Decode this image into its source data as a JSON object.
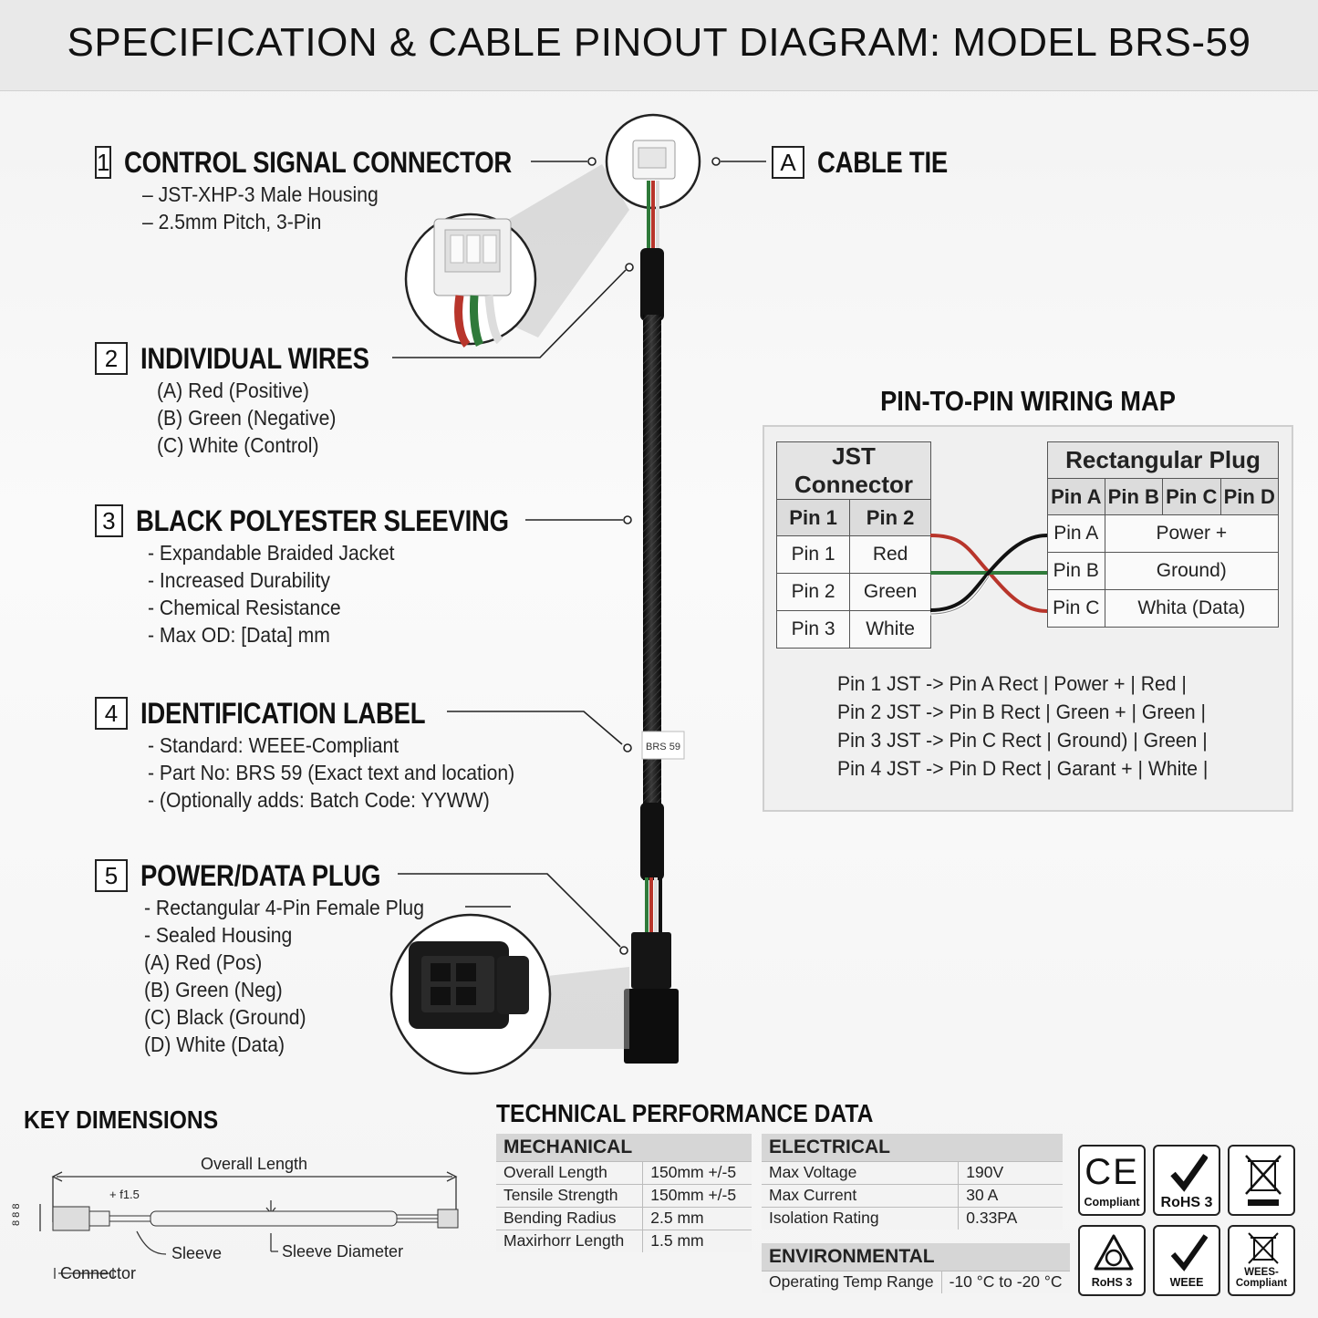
{
  "title": "SPECIFICATION & CABLE PINOUT DIAGRAM: MODEL BRS-59",
  "callouts": [
    {
      "num": "1",
      "title": "CONTROL SIGNAL CONNECTOR",
      "lines": [
        "– JST-XHP-3 Male Housing",
        "– 2.5mm Pitch, 3-Pin"
      ]
    },
    {
      "num": "2",
      "title": "INDIVIDUAL WIRES",
      "lines": [
        "(A) Red (Positive)",
        "(B) Green (Negative)",
        "(C) White (Control)"
      ]
    },
    {
      "num": "3",
      "title": "BLACK POLYESTER SLEEVING",
      "lines": [
        "-  Expandable Braided Jacket",
        "-  Increased Durability",
        "-  Chemical Resistance",
        "-  Max OD: [Data] mm"
      ]
    },
    {
      "num": "4",
      "title": "IDENTIFICATION LABEL",
      "lines": [
        "-  Standard: WEEE-Compliant",
        "-  Part No: BRS 59 (Exact text and location)",
        "-  (Optionally adds: Batch Code: YYWW)"
      ]
    },
    {
      "num": "5",
      "title": "POWER/DATA PLUG",
      "lines": [
        "-  Rectangular 4-Pin Female Plug",
        "-  Sealed Housing",
        "(A) Red (Pos)",
        "(B) Green (Neg)",
        "(C) Black (Ground)",
        "(D) White (Data)"
      ]
    }
  ],
  "cable_tie": {
    "letter": "A",
    "title": "CABLE TIE"
  },
  "cable_label_text": "BRS 59",
  "wiring_map": {
    "title": "PIN-TO-PIN WIRING MAP",
    "jst": {
      "header": "JST Connector",
      "cols": [
        "Pin 1",
        "Pin 2"
      ],
      "rows": [
        [
          "Pin 1",
          "Red"
        ],
        [
          "Pin 2",
          "Green"
        ],
        [
          "Pin 3",
          "White"
        ]
      ]
    },
    "rect": {
      "header": "Rectangular Plug",
      "cols": [
        "Pin A",
        "Pin B",
        "Pin C",
        "Pin D"
      ],
      "rows": [
        [
          "Pin A",
          "Power +"
        ],
        [
          "Pin B",
          "Ground)"
        ],
        [
          "Pin C",
          "Whita (Data)"
        ]
      ]
    },
    "wire_colors": {
      "red": "#b8352b",
      "green": "#2f7a3a",
      "white": "#e8e8e8",
      "black": "#111111"
    },
    "mapping_lines": [
      "Pin 1 JST -> Pin A Rect | Power + | Red |",
      "Pin 2 JST -> Pin B Rect | Green + | Green |",
      "Pin 3 JST -> Pin C Rect | Ground) | Green |",
      "Pin 4 JST -> Pin D Rect | Garant + | White |"
    ]
  },
  "key_dimensions": {
    "title": "KEY DIMENSIONS",
    "overall_length": "Overall Length",
    "tolerance": "+ f1.5",
    "height_mark": "8 8 8",
    "sleeve": "Sleeve",
    "sleeve_diameter": "Sleeve Diameter",
    "connector": "Connector"
  },
  "tech": {
    "title": "TECHNICAL PERFORMANCE DATA",
    "mechanical": {
      "header": "MECHANICAL",
      "rows": [
        [
          "Overall Length",
          "150mm +/-5"
        ],
        [
          "Tensile Strength",
          "150mm +/-5"
        ],
        [
          "Bending Radius",
          "2.5 mm"
        ],
        [
          "Maxirhorr Length",
          "1.5 mm"
        ]
      ]
    },
    "electrical": {
      "header": "ELECTRICAL",
      "rows": [
        [
          "Max Voltage",
          "190V"
        ],
        [
          "Max Current",
          "30 A"
        ],
        [
          "Isolation Rating",
          "0.33PA"
        ]
      ]
    },
    "environmental": {
      "header": "ENVIRONMENTAL",
      "rows": [
        [
          "Operating Temp Range",
          "-10 °C to -20 °C"
        ]
      ]
    }
  },
  "badges": [
    {
      "icon": "ce-mark-icon",
      "mark": "CE",
      "label": "Compliant"
    },
    {
      "icon": "check-icon",
      "label": "RoHS 3"
    },
    {
      "icon": "crossed-bin-icon",
      "label": ""
    },
    {
      "icon": "triangle-arrows-icon",
      "label": "RoHS 3"
    },
    {
      "icon": "check-icon",
      "label": "WEEE"
    },
    {
      "icon": "crossed-bin-icon",
      "label": "WEES-\nCompliant"
    }
  ]
}
